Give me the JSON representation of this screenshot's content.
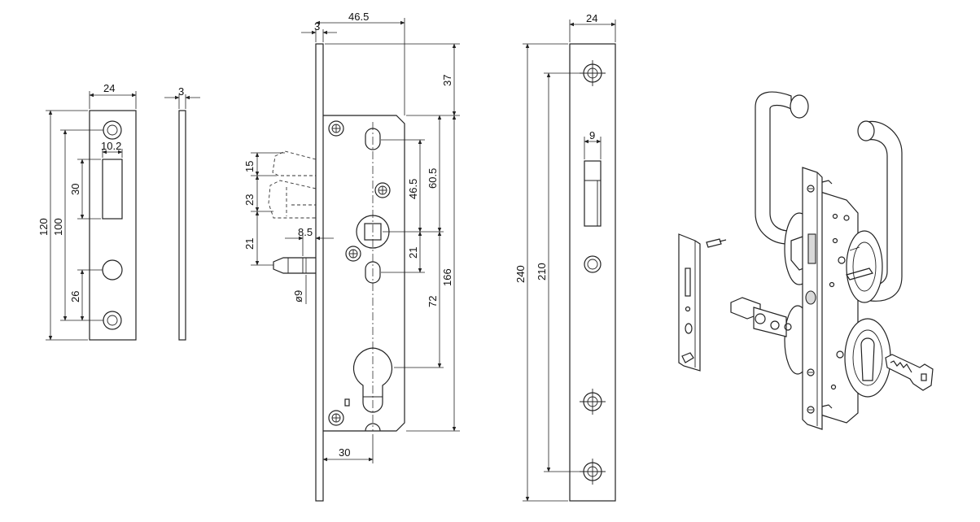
{
  "drawing": {
    "strike_plate": {
      "width": "24",
      "height_total": "120",
      "hole_spacing": "100",
      "slot_width": "10.2",
      "slot_height": "30",
      "lower_spacing": "26"
    },
    "strike_side": {
      "thickness": "3"
    },
    "lock_body": {
      "faceplate_thickness": "3",
      "backset_width": "46.5",
      "top_offset": "37",
      "latch_upper": "15",
      "latch_middle": "23",
      "latch_lower": "21",
      "latch_projection": "8.5",
      "follower_to_screw": "46.5",
      "follower_to_top": "60.5",
      "follower_to_lower_hole": "21",
      "follower_to_cylinder": "72",
      "case_height": "166",
      "bolt_diameter": "ø9",
      "cylinder_backset": "30"
    },
    "faceplate": {
      "width": "24",
      "total_length": "240",
      "hole_spacing": "210",
      "latch_slot_width": "9"
    }
  }
}
